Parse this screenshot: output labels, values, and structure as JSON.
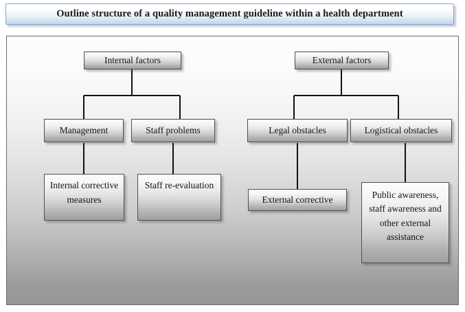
{
  "title": {
    "text": "Outline structure of a quality management guideline within a health department"
  },
  "diagram": {
    "type": "org-chart",
    "orientation": "top-down",
    "nodes": {
      "internal_factors": "Internal factors",
      "external_factors": "External factors",
      "management": "Management",
      "staff_problems": "Staff problems",
      "legal_obstacles": "Legal obstacles",
      "logistical_obstacles": "Logistical obstacles",
      "internal_corrective_measures": "Internal corrective measures",
      "staff_re_evaluation": "Staff re-evaluation",
      "external_corrective": "External corrective",
      "public_awareness": "Public awareness, staff awareness and other external assistance"
    },
    "edges": [
      {
        "from": "internal_factors",
        "to": "management"
      },
      {
        "from": "internal_factors",
        "to": "staff_problems"
      },
      {
        "from": "external_factors",
        "to": "legal_obstacles"
      },
      {
        "from": "external_factors",
        "to": "logistical_obstacles"
      },
      {
        "from": "management",
        "to": "internal_corrective_measures"
      },
      {
        "from": "staff_problems",
        "to": "staff_re_evaluation"
      },
      {
        "from": "legal_obstacles",
        "to": "external_corrective"
      },
      {
        "from": "logistical_obstacles",
        "to": "public_awareness"
      }
    ],
    "colors": {
      "node_border": "#4e4e4e",
      "node_fill_top": "#fcfcfc",
      "node_fill_bottom": "#a0a0a0",
      "connector": "#111111",
      "canvas_border": "#6b6b6b",
      "title_border": "#84a6c8",
      "title_fill_bottom": "#c3d6ea",
      "text": "#141414"
    }
  }
}
